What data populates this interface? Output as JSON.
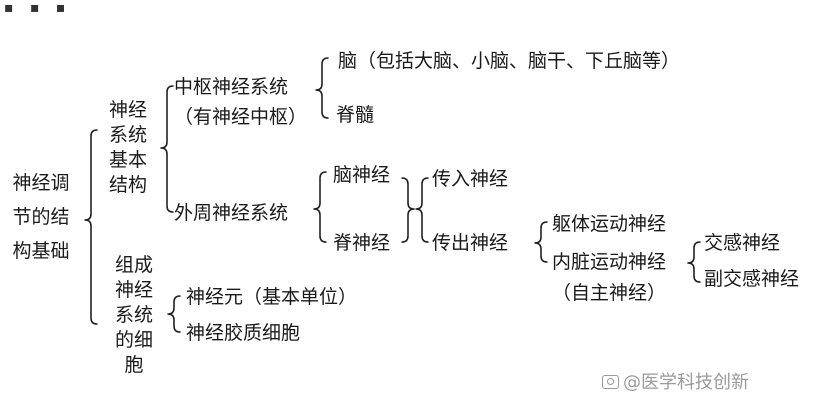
{
  "top_fragment": "▪ ▪ ▪",
  "root": [
    "神经调",
    "节的结",
    "构基础"
  ],
  "basic_structure": [
    "神经",
    "系统",
    "基本",
    "结构"
  ],
  "composing_cells": [
    "组成",
    "神经",
    "系统",
    "的细",
    "胞"
  ],
  "cns": [
    "中枢神经系统",
    "（有神经中枢）"
  ],
  "brain": "脑（包括大脑、小脑、脑干、下丘脑等）",
  "spinal_cord": "脊髓",
  "pns": "外周神经系统",
  "cranial_nerves": "脑神经",
  "spinal_nerves": "脊神经",
  "afferent": "传入神经",
  "efferent": "传出神经",
  "somatic_motor": "躯体运动神经",
  "visceral_motor": [
    "内脏运动神经",
    "（自主神经）"
  ],
  "sympathetic": "交感神经",
  "parasympathetic": "副交感神经",
  "neuron": "神经元（基本单位）",
  "glia": "神经胶质细胞",
  "watermark": "@医学科技创新"
}
